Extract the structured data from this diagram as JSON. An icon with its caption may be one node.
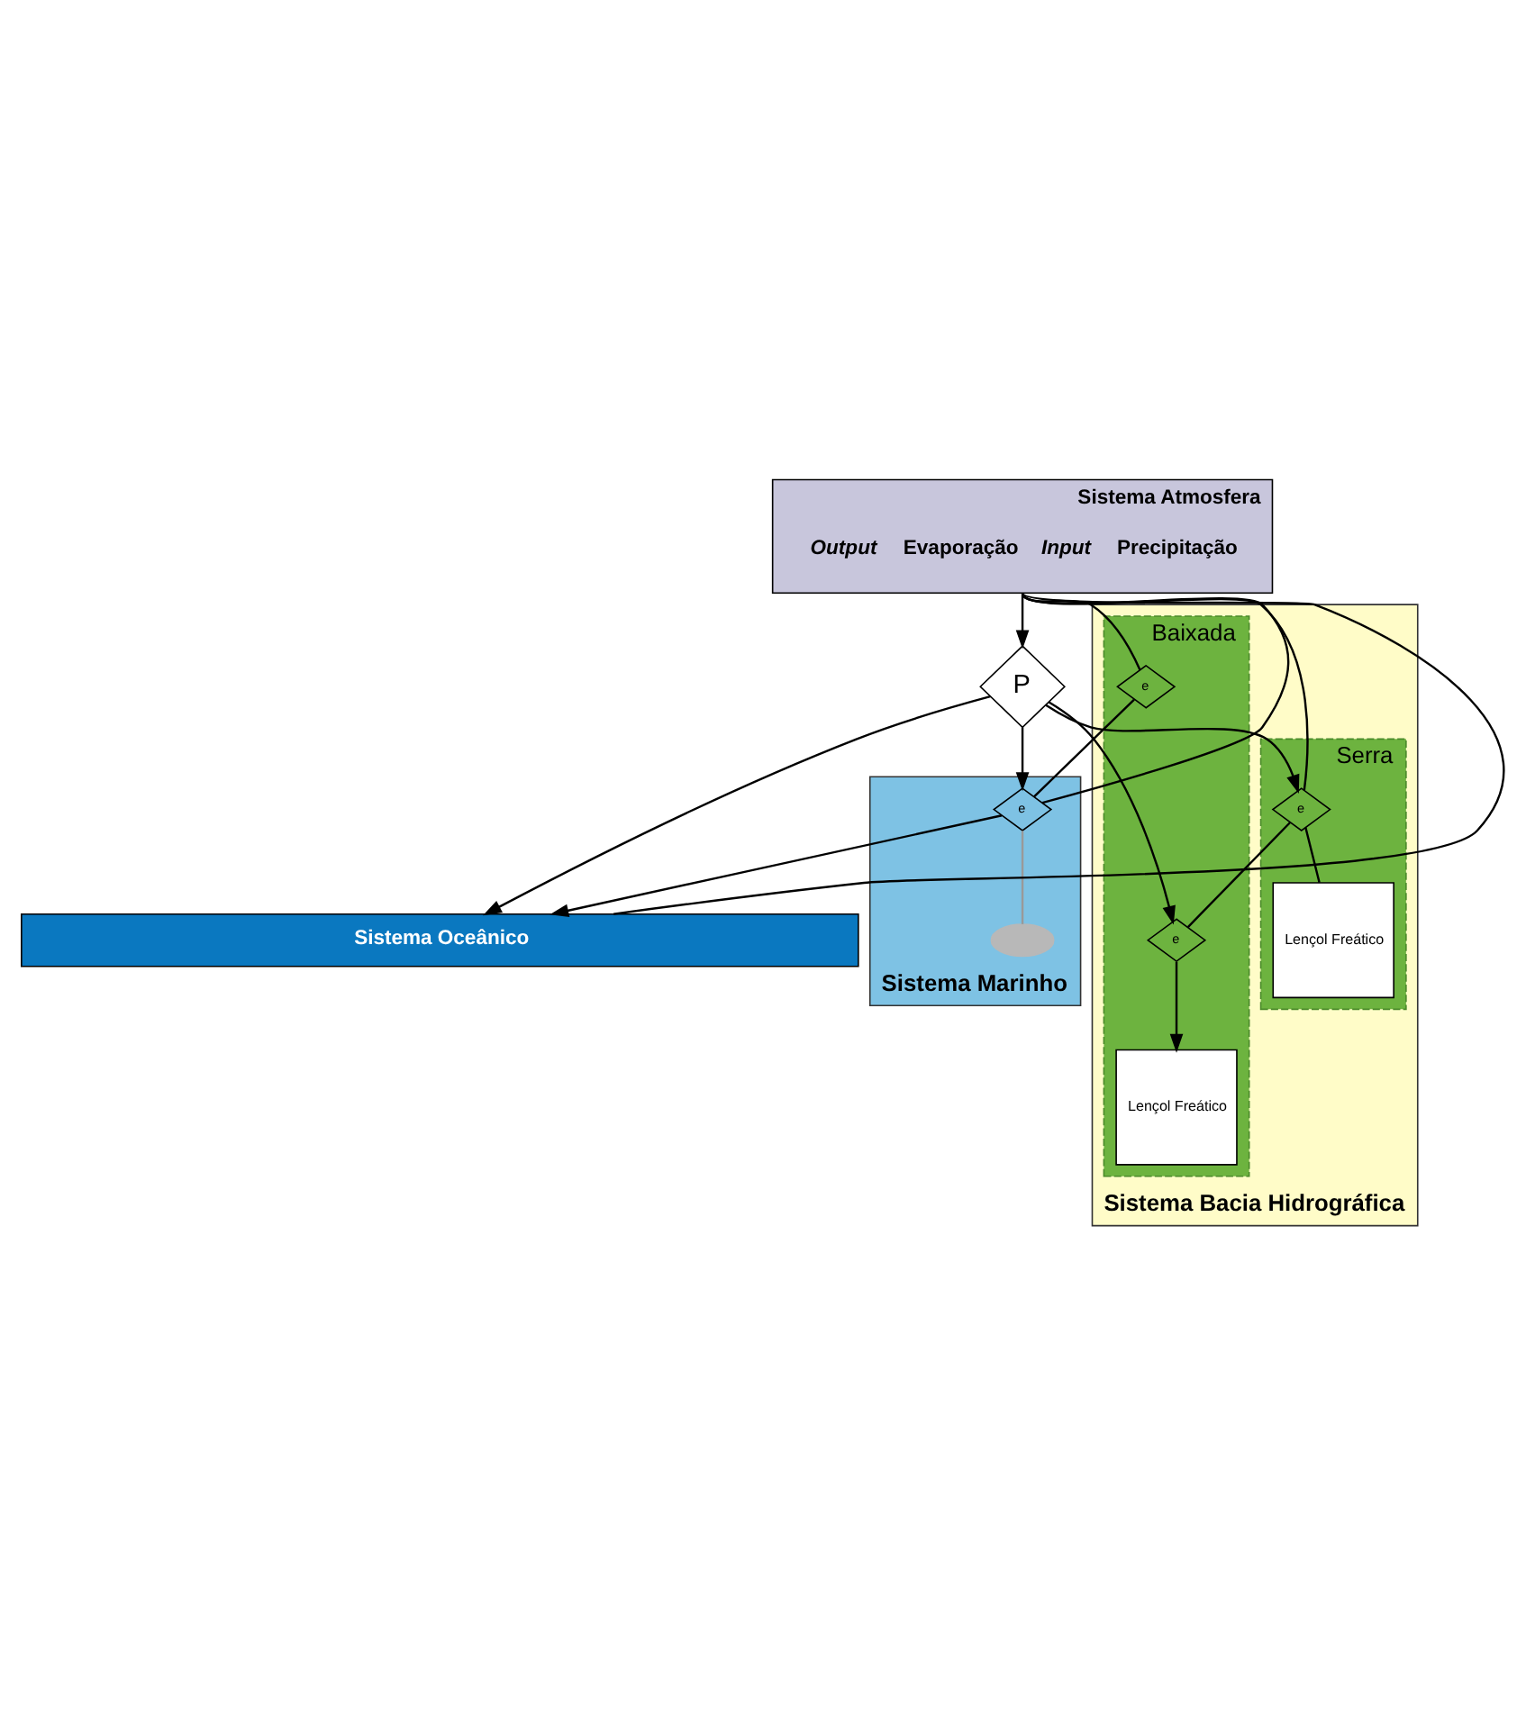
{
  "diagram": {
    "nodes": [
      {
        "text": [
          "Sistema Atmosfera",
          "Output",
          "Evaporação",
          "Input",
          "Precipitação"
        ]
      },
      {
        "text": [
          "P"
        ]
      },
      {
        "text": [
          "Sistema Bacia Hidrográfica"
        ]
      },
      {
        "text": [
          "Serra"
        ],
        "in": 2
      },
      {
        "text": [
          "e"
        ],
        "in": 3
      },
      {
        "text": [
          "Lençol Freático"
        ],
        "in": 3
      },
      {
        "text": [
          "Baixada"
        ],
        "in": 2
      },
      {
        "text": [
          "e"
        ],
        "in": 6
      },
      {
        "text": [
          "e"
        ],
        "in": 6
      },
      {
        "text": [
          "Lençol Freático"
        ],
        "in": 6
      },
      {
        "text": [
          "Sistema Marinho"
        ]
      },
      {
        "text": [
          "e"
        ],
        "in": 10
      },
      {
        "text": [],
        "shape": "ellipse",
        "in": 10
      },
      {
        "text": [
          "Sistema Oceânico"
        ]
      }
    ],
    "edges": [
      {
        "from": 0,
        "to": 1,
        "arrow": "to"
      },
      {
        "from": 1,
        "to": 4,
        "arrow": "to"
      },
      {
        "from": 1,
        "to": 7,
        "arrow": "to"
      },
      {
        "from": 1,
        "to": 11,
        "arrow": "to"
      },
      {
        "from": 1,
        "to": 13,
        "arrow": "to"
      },
      {
        "from": 4,
        "to": 5,
        "arrow": "none"
      },
      {
        "from": 4,
        "to": 7,
        "arrow": "none"
      },
      {
        "from": 7,
        "to": 9,
        "arrow": "to"
      },
      {
        "from": 8,
        "to": 11,
        "arrow": "none"
      },
      {
        "from": 11,
        "to": 12,
        "arrow": "none",
        "color": "#999999"
      },
      {
        "from": 11,
        "to": 13,
        "arrow": "to"
      },
      {
        "from": 4,
        "to": 0,
        "arrow": "none"
      },
      {
        "from": 8,
        "to": 0,
        "arrow": "none"
      },
      {
        "from": 11,
        "to": 0,
        "arrow": "none"
      },
      {
        "from": 13,
        "to": 0,
        "arrow": "none"
      }
    ]
  }
}
